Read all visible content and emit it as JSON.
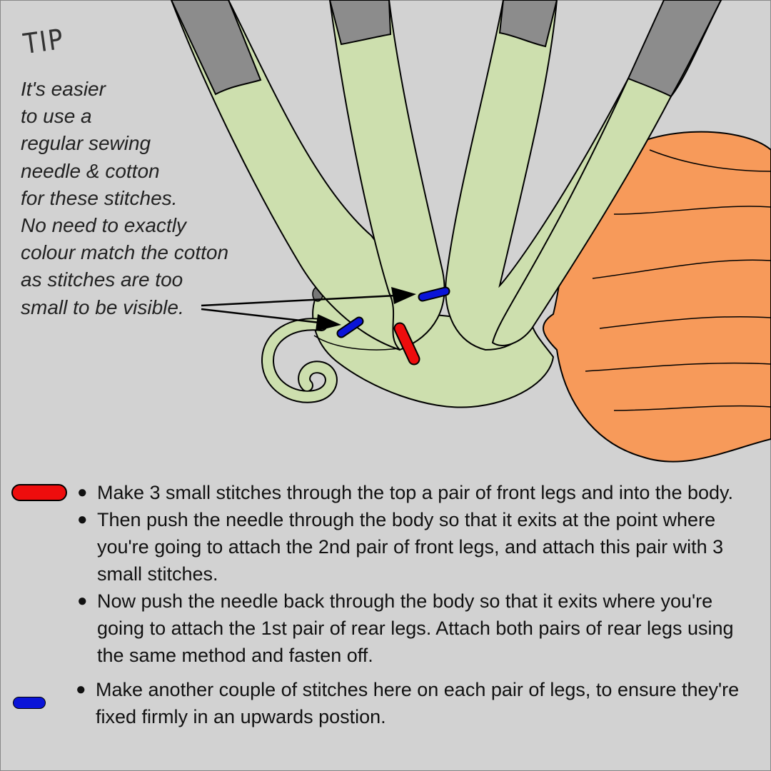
{
  "tip": {
    "heading": "TIP",
    "lines": [
      "It's easier",
      "to use a",
      "regular sewing",
      "needle & cotton",
      "for these stitches.",
      "No need to exactly",
      "colour match the cotton",
      "as stitches are too",
      "small to be visible."
    ]
  },
  "legend": {
    "red_stitch_color": "#ee0d0d",
    "blue_stitch_color": "#0a14d8"
  },
  "instructions": [
    {
      "text": "Make 3 small stitches through the top a pair of front legs and into the body."
    },
    {
      "text": "Then push the needle through the body so that it exits at the point where you're going to attach the 2nd pair of front legs, and attach this pair with 3 small stitches."
    },
    {
      "text": "Now push the needle back through the body so that it exits where you're going to attach the 1st pair of rear legs. Attach both pairs of rear legs using the same method and fasten off."
    },
    {
      "text": "Make another couple of stitches here on each pair of legs, to ensure they're fixed firmly in an upwards postion."
    }
  ],
  "colors": {
    "background": "#d2d2d2",
    "body_green": "#cddfae",
    "leg_tip_grey": "#8c8c8c",
    "hair_orange": "#f79a5a"
  }
}
